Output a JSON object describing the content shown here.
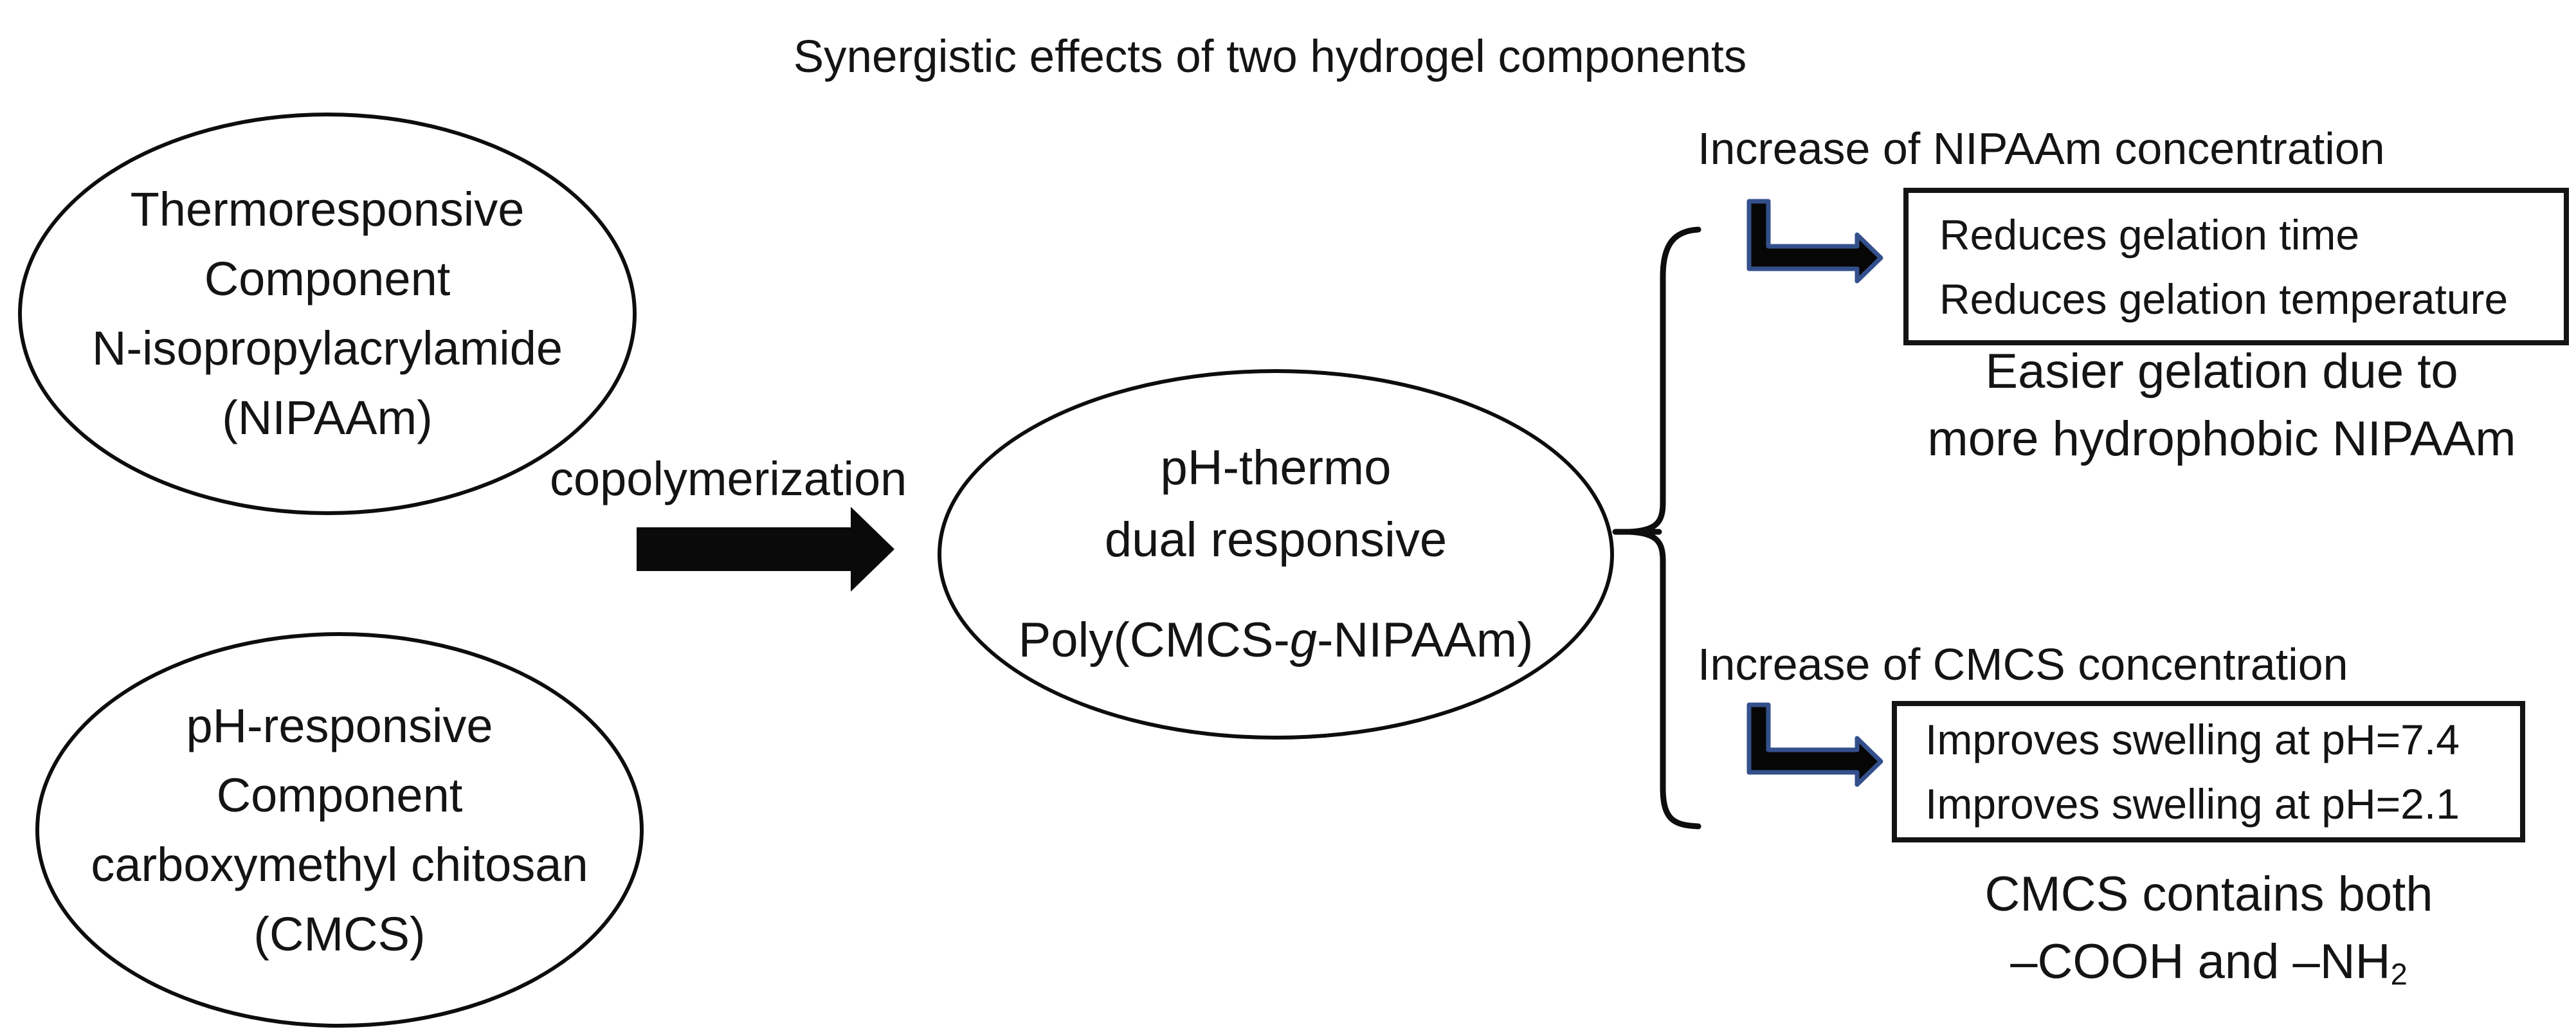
{
  "title": "Synergistic effects of two hydrogel components",
  "inputs": {
    "thermo": {
      "lines": [
        "Thermoresponsive",
        "Component",
        "N-isopropylacrylamide",
        "(NIPAAm)"
      ]
    },
    "ph": {
      "lines": [
        "pH-responsive",
        "Component",
        "carboxymethyl chitosan",
        "(CMCS)"
      ]
    }
  },
  "process": {
    "arrow_label": "copolymerization"
  },
  "product": {
    "line1": "pH-thermo",
    "line2": "dual responsive",
    "formula_prefix": "Poly(CMCS-",
    "formula_graft": "g",
    "formula_suffix": "-NIPAAm)"
  },
  "branches": {
    "nipaam": {
      "label": "Increase of NIPAAm concentration",
      "box_lines": [
        "Reduces gelation time",
        "Reduces gelation temperature"
      ],
      "caption_line1": "Easier gelation due to",
      "caption_line2": "more hydrophobic NIPAAm"
    },
    "cmcs": {
      "label": "Increase of CMCS concentration",
      "box_lines": [
        "Improves swelling at pH=7.4",
        "Improves swelling at pH=2.1"
      ],
      "caption_line1": "CMCS contains both",
      "caption_line2_main": "–COOH and –NH",
      "caption_line2_sub": "2"
    }
  },
  "colors": {
    "ink": "#141414",
    "ellipse_stroke": "#0d0d0d",
    "big_arrow_fill": "#0a0a0a",
    "elbow_arrow_fill": "#060606",
    "elbow_arrow_outline": "#34508c",
    "brace_stroke": "#0d0d0d"
  }
}
